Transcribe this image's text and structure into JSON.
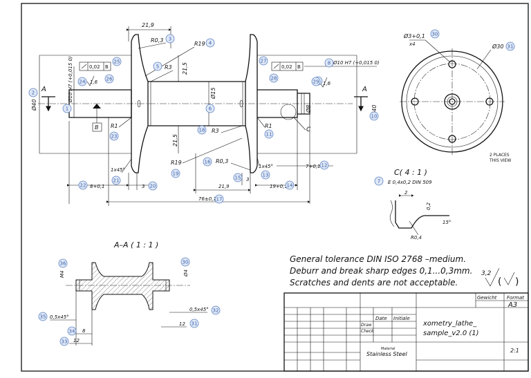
{
  "drawing": {
    "dimensions": {
      "d21_9_top": "21,9",
      "r0_3_top": "R0,3",
      "r19_top": "R19",
      "r3_top": "R3",
      "d21_5_top": "21,5",
      "flat_left": "0,02",
      "flat_left_ref": "B",
      "flat_right": "0,02",
      "flat_right_ref": "B",
      "phi10_left": "Ø10 H7 (+0,015 0)",
      "phi10_right": "Ø10 H7 (+0,015 0)",
      "phi15": "Ø15",
      "phi40_left": "Ø40",
      "phi40_right": "Ø40",
      "phi8": "Ø8",
      "rough_left": "1,6",
      "rough_right": "1,6",
      "datum_b": "B",
      "r1_left": "R1",
      "r1_right": "R1",
      "d21_5_bottom": "21,5",
      "r3_bottom": "R3",
      "r19_bottom": "R19",
      "r0_3_bottom": "R0,3",
      "detail_c_label": "C",
      "chamfer_left": "1x45°",
      "chamfer_right": "1x45°",
      "d8": "8+0,1",
      "d3_left": "3",
      "d21_9_bottom": "21,9",
      "d3_right": "3",
      "d19": "19+0,1",
      "d7": "7+0,1",
      "d76": "76±0,1",
      "section_a_left": "A",
      "section_a_right": "A",
      "phi3x4": "Ø3+0,1",
      "x4": "x4",
      "phi30": "Ø30",
      "places_note": "2 PLACES\nTHIS VIEW",
      "detail_title": "C( 4 : 1 )",
      "detail_note": "E 0,4x0,2 DIN 509",
      "det_2": "2",
      "det_0_2": "0,2",
      "det_15": "15°",
      "det_r0_4": "R0,4",
      "section_title": "A–A ( 1 : 1 )",
      "m4": "M4",
      "phi4": "Ø4",
      "chamfer_05_left": "0,5x45°",
      "chamfer_05_right": "0,5x45°",
      "sec_8": "8",
      "sec_12_left": "12",
      "sec_12_right": "12"
    },
    "bubbles": [
      "1",
      "2",
      "3",
      "4",
      "5",
      "6",
      "7",
      "8",
      "9",
      "10",
      "11",
      "12",
      "13",
      "14",
      "15",
      "16",
      "17",
      "18",
      "19",
      "20",
      "21",
      "22",
      "23",
      "24",
      "25",
      "26",
      "27",
      "28",
      "29",
      "30",
      "31",
      "32",
      "33",
      "34",
      "35",
      "36"
    ]
  },
  "notes": {
    "line1": "General tolerance DIN ISO 2768 –medium.",
    "line2": "Deburr and break sharp edges 0,1...0,3mm.",
    "line3": "Scratches and dents are not acceptable."
  },
  "surface": {
    "value": "3,2"
  },
  "title_block": {
    "gewicht": "Gewicht",
    "format_label": "Format",
    "format": "A3",
    "date": "Date",
    "initiale": "Initiale",
    "draw": "Draw",
    "check": "Check",
    "name": "xometry_lathe_sample_v2.0 (1)",
    "material_label": "Material",
    "material": "Stainless Steel",
    "scale": "2:1"
  }
}
